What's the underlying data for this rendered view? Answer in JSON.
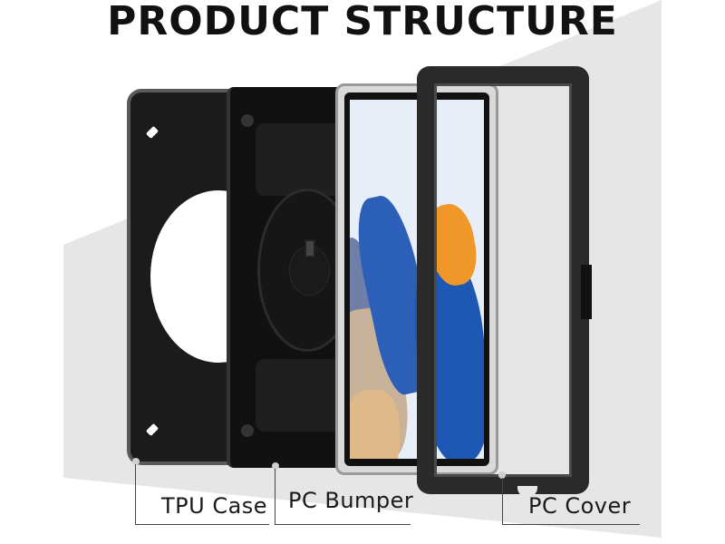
{
  "title": "PRODUCT STRUCTURE",
  "components": [
    {
      "id": "tpu-case",
      "label": "TPU Case"
    },
    {
      "id": "pc-bumper",
      "label": "PC Bumper"
    },
    {
      "id": "tablet",
      "label": ""
    },
    {
      "id": "pc-cover",
      "label": "PC Cover"
    }
  ],
  "labels": {
    "tpu_case": "TPU Case",
    "pc_bumper": "PC Bumper",
    "pc_cover": "PC Cover"
  },
  "colors": {
    "background_band": "#e6e6e6",
    "case_black": "#1b1b1b",
    "frame_gray": "#2a2a2a",
    "text": "#111111",
    "wallpaper_blue": "#2b5fb8",
    "wallpaper_orange": "#f0972a"
  }
}
